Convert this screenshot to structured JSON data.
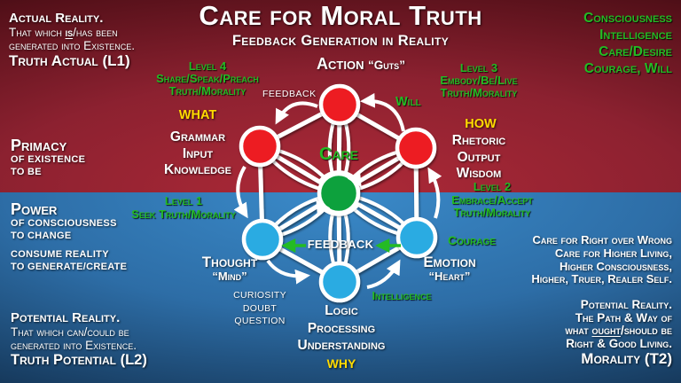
{
  "title": {
    "main": "Care for Moral Truth",
    "subtitle": "Feedback Generation in Reality"
  },
  "top_left": {
    "heading": "Actual Reality.",
    "line2_pre": "That which ",
    "line2_underline": "is",
    "line2_post": "/has been",
    "line3": "generated into Existence.",
    "footer": "Truth Actual (L1)"
  },
  "top_right": {
    "lines": [
      "Consciousness",
      "Intelligence",
      "Care/Desire",
      "Courage, Will"
    ]
  },
  "left_mid": {
    "primacy_heading": "Primacy",
    "primacy_line1": "OF EXISTENCE",
    "primacy_line2": "TO BE",
    "power_heading": "Power",
    "power_line1": "OF CONSCIOUSNESS",
    "power_line2": "TO CHANGE",
    "consume_line1": "CONSUME REALITY",
    "consume_line2": "TO GENERATE/CREATE"
  },
  "levels": {
    "level4": [
      "Level 4",
      "Share/Speak/Preach",
      "Truth/Morality"
    ],
    "level3": [
      "Level 3",
      "Embody/Be/Live",
      "Truth/Morality"
    ],
    "level1": [
      "Level 1",
      "Seek Truth/Morality"
    ],
    "level2": [
      "Level 2",
      "Embrace/Accept",
      "Truth/Morality"
    ]
  },
  "questions": {
    "what": "WHAT",
    "how": "HOW",
    "why": "WHY"
  },
  "diagram": {
    "center_label": "Care",
    "feedback_top": "FEEDBACK",
    "feedback_center": "FEEDBACK",
    "will": "Will",
    "courage": "Courage",
    "intelligence": "Intelligence",
    "nodes": {
      "action": {
        "label": "Action",
        "sub": "“Guts”"
      },
      "grammar": {
        "lines": [
          "Grammar",
          "Input",
          "Knowledge"
        ]
      },
      "rhetoric": {
        "lines": [
          "Rhetoric",
          "Output",
          "Wisdom"
        ]
      },
      "thought": {
        "label": "Thought",
        "sub": "“Mind”"
      },
      "emotion": {
        "label": "Emotion",
        "sub": "“Heart”"
      },
      "logic": {
        "lines": [
          "Logic",
          "Processing",
          "Understanding"
        ]
      }
    },
    "thought_notes": [
      "CURIOSITY",
      "DOUBT",
      "QUESTION"
    ]
  },
  "right_mid": {
    "lines": [
      "Care for Right over Wrong",
      "Care for Higher Living,",
      "Higher Consciousness,",
      "Higher, Truer, Realer Self."
    ]
  },
  "bottom_left": {
    "heading": "Potential Reality.",
    "line2": "That which can/could be",
    "line3": "generated into Existence.",
    "footer": "Truth Potential (L2)"
  },
  "bottom_right": {
    "heading": "Potential Reality.",
    "line2": "The Path & Way of",
    "line3_pre": "what ",
    "line3_underline": "ought",
    "line3_post": "/should be",
    "line4": "Right & Good Living.",
    "footer": "Morality (T2)"
  },
  "colors": {
    "red_node": "#ed1c24",
    "blue_node": "#29abe2",
    "green_node": "#0ca13c",
    "green_text": "#24bb24",
    "yellow_text": "#ffdb00",
    "white": "#ffffff"
  }
}
